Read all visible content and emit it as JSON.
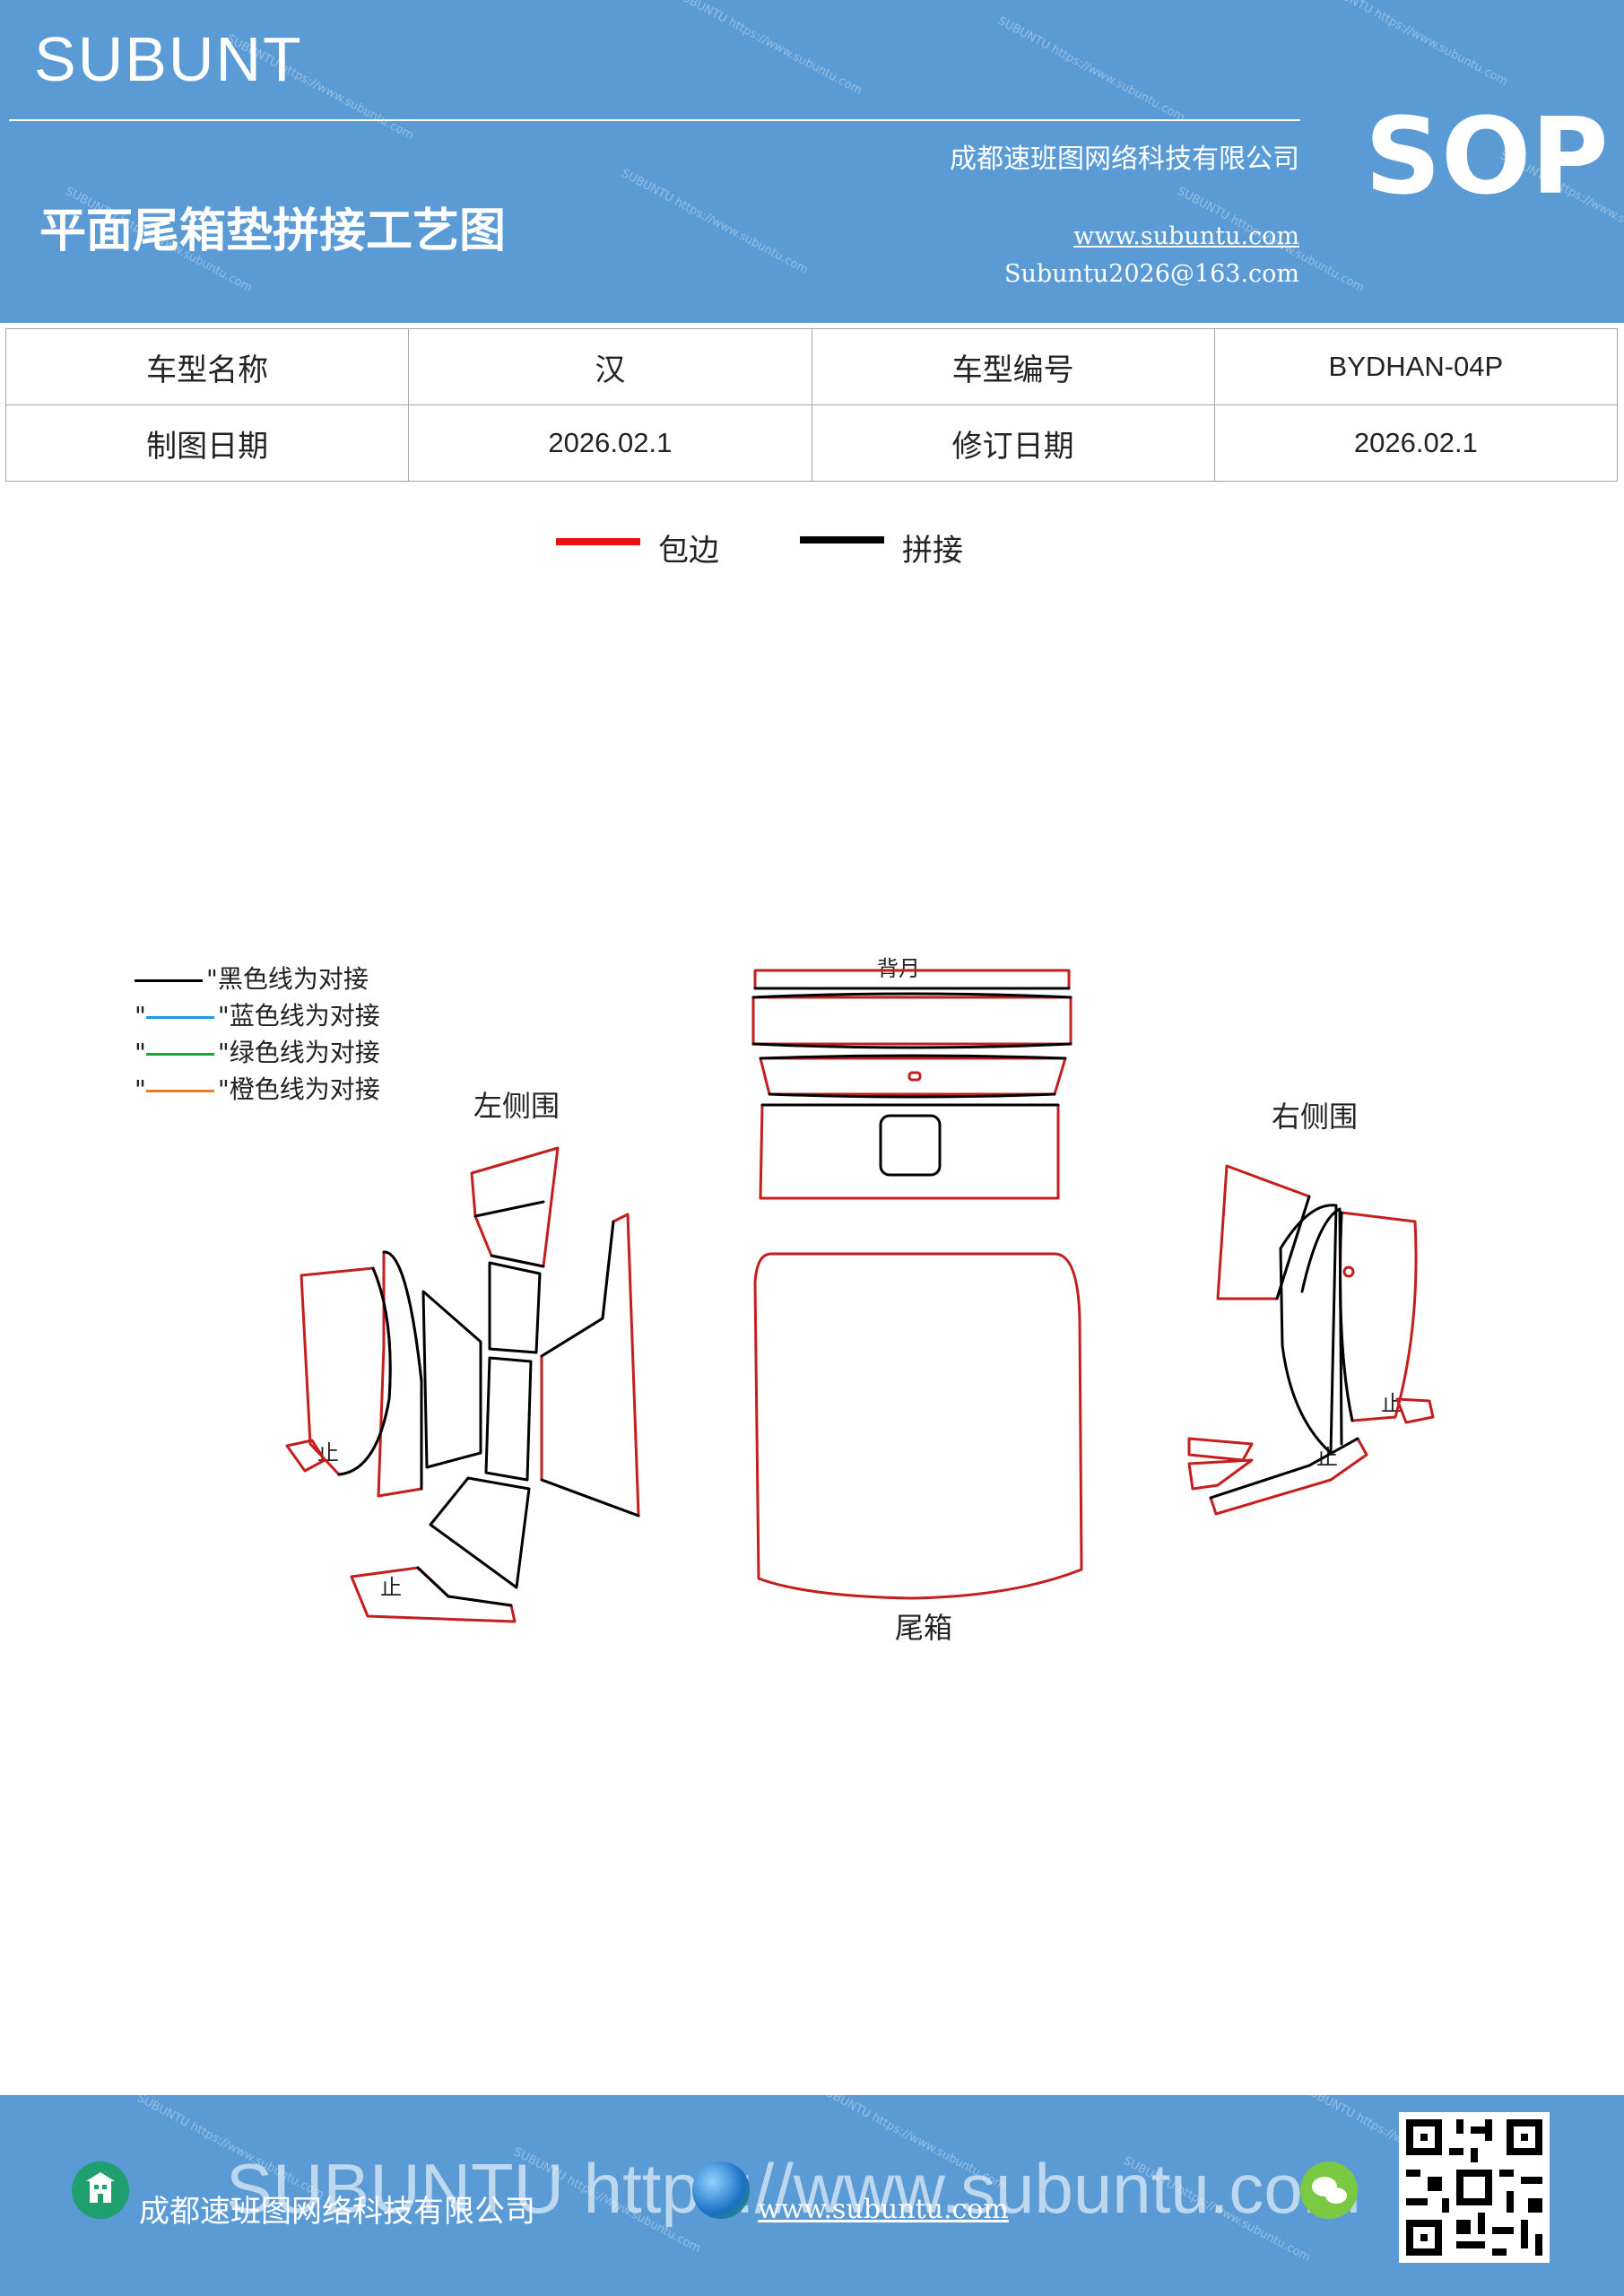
{
  "header": {
    "brand": "SUBUNT",
    "title": "平面尾箱垫拼接工艺图",
    "company": "成都速班图网络科技有限公司",
    "website": "www.subuntu.com",
    "email": "Subuntu2026@163.com",
    "badge": "SOP",
    "watermark": "SUBUNTU https://www.subuntu.com"
  },
  "info_table": {
    "rows": [
      {
        "label1": "车型名称",
        "value1": "汉",
        "label2": "车型编号",
        "value2": "BYDHAN-04P"
      },
      {
        "label1": "制图日期",
        "value1": "2026.02.1",
        "label2": "修订日期",
        "value2": "2026.02.1"
      }
    ]
  },
  "legend": {
    "red_label": "包边",
    "black_label": "拼接",
    "red_color": "#ee1010",
    "black_color": "#000000"
  },
  "notes": [
    {
      "prefix": "",
      "text": "\"黑色线为对接",
      "color": "#000000"
    },
    {
      "prefix": "\"",
      "text": "\"蓝色线为对接",
      "color": "#1e9be0"
    },
    {
      "prefix": "\"",
      "text": "\"绿色线为对接",
      "color": "#1aa33a"
    },
    {
      "prefix": "\"",
      "text": "\"橙色线为对接",
      "color": "#f07820"
    }
  ],
  "diagram": {
    "left_label": "左侧围",
    "right_label": "右侧围",
    "back_label": "背月",
    "trunk_label": "尾箱",
    "stop_mark": "止"
  },
  "footer": {
    "company": "成都速班图网络科技有限公司",
    "url": "www.subuntu.com",
    "watermark": "SUBUNTU https://www.subuntu.com"
  }
}
